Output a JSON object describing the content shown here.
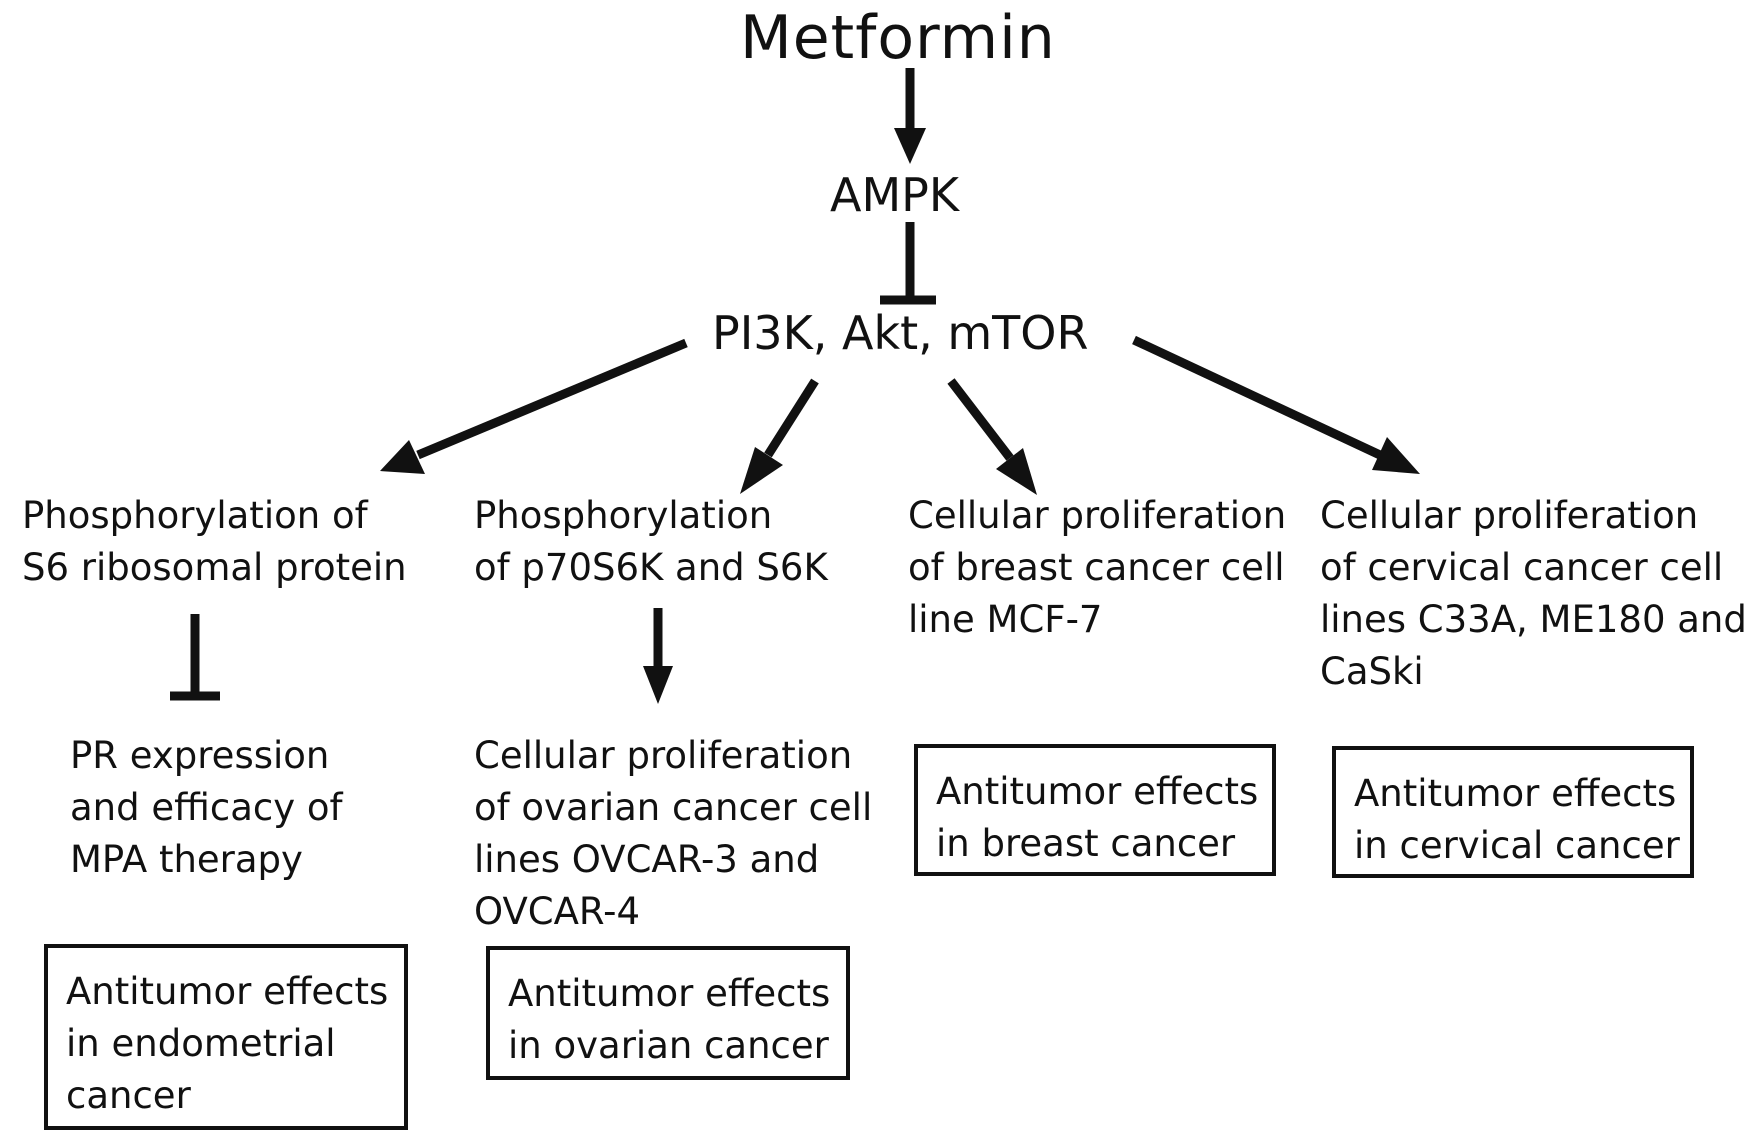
{
  "nodes": {
    "metformin": "Metformin",
    "ampk": "AMPK",
    "pi3k": "PI3K, Akt, mTOR"
  },
  "branches": [
    {
      "target_lines": [
        "Phosphorylation of",
        "S6 ribosomal protein"
      ],
      "effect_lines": [
        "PR expression",
        "and efficacy of",
        "MPA therapy"
      ],
      "outcome_lines": [
        "Antitumor effects",
        "in endometrial",
        "cancer"
      ]
    },
    {
      "target_lines": [
        "Phosphorylation",
        "of p70S6K and S6K"
      ],
      "effect_lines": [
        "Cellular proliferation",
        "of ovarian cancer cell",
        "lines OVCAR-3 and",
        "OVCAR-4"
      ],
      "outcome_lines": [
        "Antitumor effects",
        "in ovarian cancer"
      ]
    },
    {
      "target_lines": [
        "Cellular proliferation",
        "of breast cancer cell",
        "line MCF-7"
      ],
      "outcome_lines": [
        "Antitumor effects",
        "in breast cancer"
      ]
    },
    {
      "target_lines": [
        "Cellular  proliferation",
        "of cervical cancer cell",
        "lines C33A, ME180 and",
        "CaSki"
      ],
      "outcome_lines": [
        "Antitumor effects",
        "in cervical cancer"
      ]
    }
  ]
}
